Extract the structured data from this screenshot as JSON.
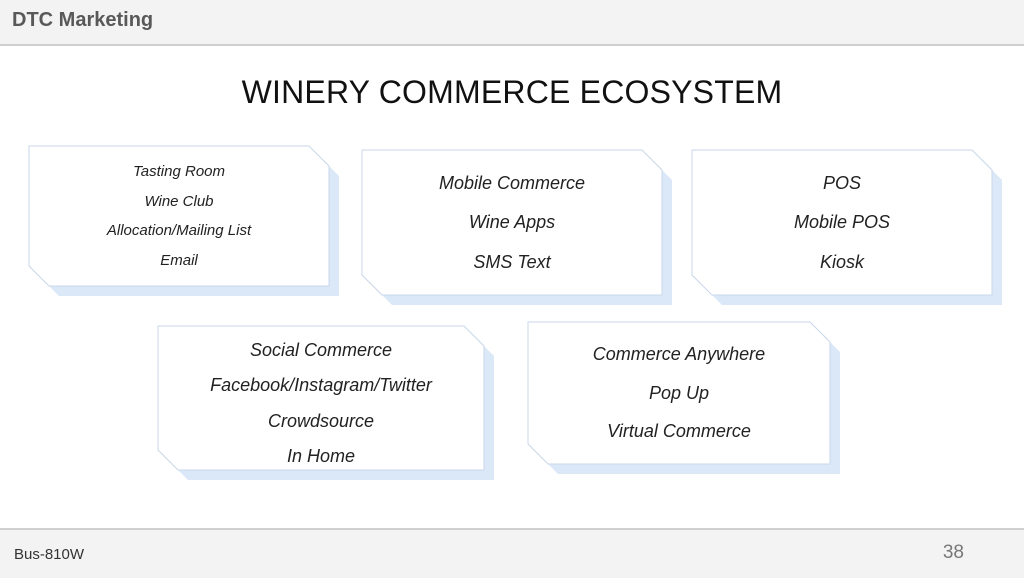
{
  "header": {
    "section_title": "DTC Marketing"
  },
  "slide": {
    "title": "WINERY COMMERCE ECOSYSTEM"
  },
  "cards": [
    {
      "lines": [
        "Tasting Room",
        "Wine Club",
        "Allocation/Mailing List",
        "Email"
      ]
    },
    {
      "lines": [
        "Mobile Commerce",
        "Wine Apps",
        "SMS Text"
      ]
    },
    {
      "lines": [
        "POS",
        "Mobile POS",
        "Kiosk"
      ]
    },
    {
      "lines": [
        "Social Commerce",
        "Facebook/Instagram/Twitter",
        "Crowdsource",
        "In Home"
      ]
    },
    {
      "lines": [
        "Commerce Anywhere",
        "Pop Up",
        "Virtual Commerce"
      ]
    }
  ],
  "footer": {
    "course_code": "Bus-810W",
    "page_number": "38"
  },
  "colors": {
    "card_shadow": "#dbe8f8",
    "card_border": "#c9d7ea",
    "bar_border": "#cfcfcf"
  }
}
